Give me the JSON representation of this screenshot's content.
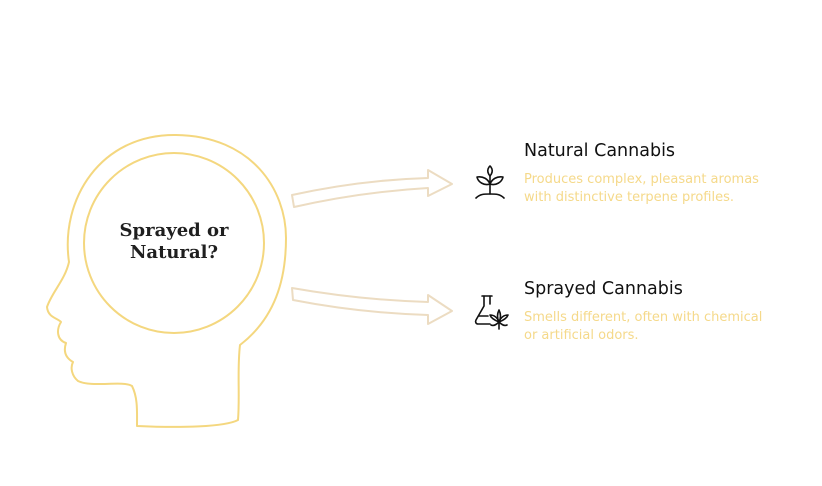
{
  "center": {
    "line1": "Sprayed or",
    "line2": "Natural?"
  },
  "options": [
    {
      "title": "Natural Cannabis",
      "description": "Produces complex, pleasant aromas with distinctive terpene profiles.",
      "icon": "sprout-icon"
    },
    {
      "title": "Sprayed Cannabis",
      "description": "Smells different, often with chemical or artificial odors.",
      "icon": "flask-leaf-icon"
    }
  ],
  "colors": {
    "head_outline": "#f4d77f",
    "arrow_outline": "#ecdcc2",
    "description_text": "#f5d98a",
    "title_text": "#111111"
  }
}
